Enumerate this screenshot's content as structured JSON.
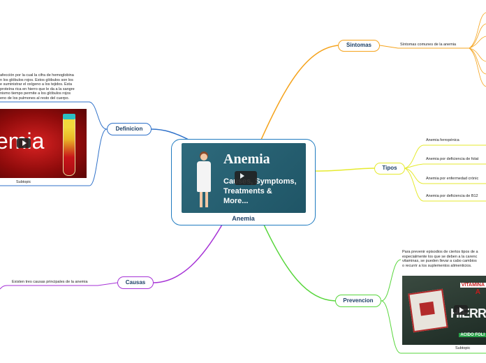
{
  "central": {
    "title": "Anemia",
    "thumb_title": "Anemia",
    "thumb_subtitle_1": "Causes, Symptoms,",
    "thumb_subtitle_2": "Treatments &",
    "thumb_subtitle_3": "More..."
  },
  "branches": {
    "sintomas": {
      "label": "Sintomas",
      "child": "Síntomas comunes de la anemia"
    },
    "tipos": {
      "label": "Tipos",
      "children": [
        "Anemia ferropénica",
        "Anemia por deficiencia de folat",
        "Anemia por enfermedad crónic",
        "Anemia por deficiencia de B12"
      ]
    },
    "prevencion": {
      "label": "Prevencion",
      "text_lines": [
        "Para prevenir episodios de ciertos tipos de a",
        "especialmente los que se deben a la carenc",
        "vitaminas, se pueden llevar a cabo cambios",
        "o recurrir a los suplementos alimenticios."
      ],
      "image_subtopic": "Subtopic",
      "image_words": [
        "VITAMINA",
        "A",
        "HIERR",
        "ACIDO FOLI"
      ]
    },
    "causas": {
      "label": "Causas",
      "child": "Existen tres causas principales de la anemia"
    },
    "definicion": {
      "label": "Definicion",
      "text_lines": [
        "afección por la cual la cifra de hemoglobina",
        "n los glóbulos rojos. Estos glóbulos son los",
        "e suministrar el oxígeno a los tejidos. Esta",
        "proteína rica en hierro que le da a la sangre",
        "nismo tiempo permite a los glóbulos rojos",
        "eno de los pulmones al resto del cuerpo."
      ],
      "image_subtopic": "Subtopic",
      "image_word": "emia"
    }
  },
  "colors": {
    "central": "#1f7bc0",
    "sintomas": "#f5a31c",
    "tipos": "#e6ea2e",
    "prevencion": "#57d63b",
    "causas": "#a632d6",
    "definicion": "#2f71c9"
  }
}
